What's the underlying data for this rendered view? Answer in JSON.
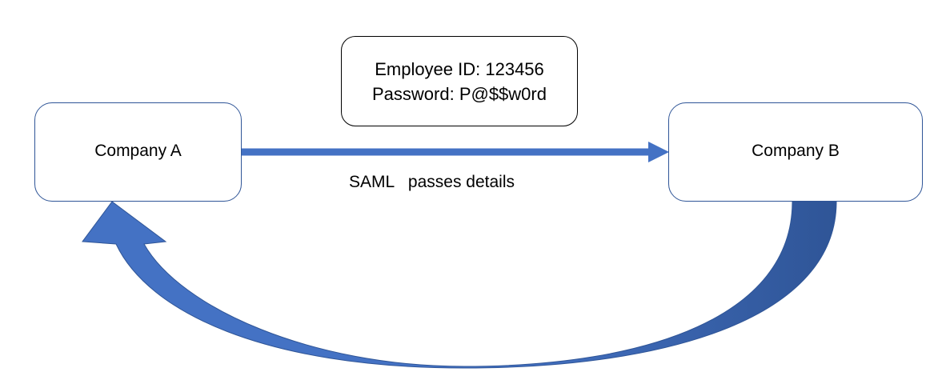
{
  "nodes": {
    "company_a": "Company A",
    "company_b": "Company B"
  },
  "credentials": {
    "employee_id": "Employee ID: 123456",
    "password": "Password: P@$$w0rd"
  },
  "edges": {
    "forward_label": "SAML   passes details"
  },
  "colors": {
    "arrow_blue": "#4472c4",
    "arrow_dark_blue": "#2f5597",
    "box_border": "#2f5597"
  }
}
